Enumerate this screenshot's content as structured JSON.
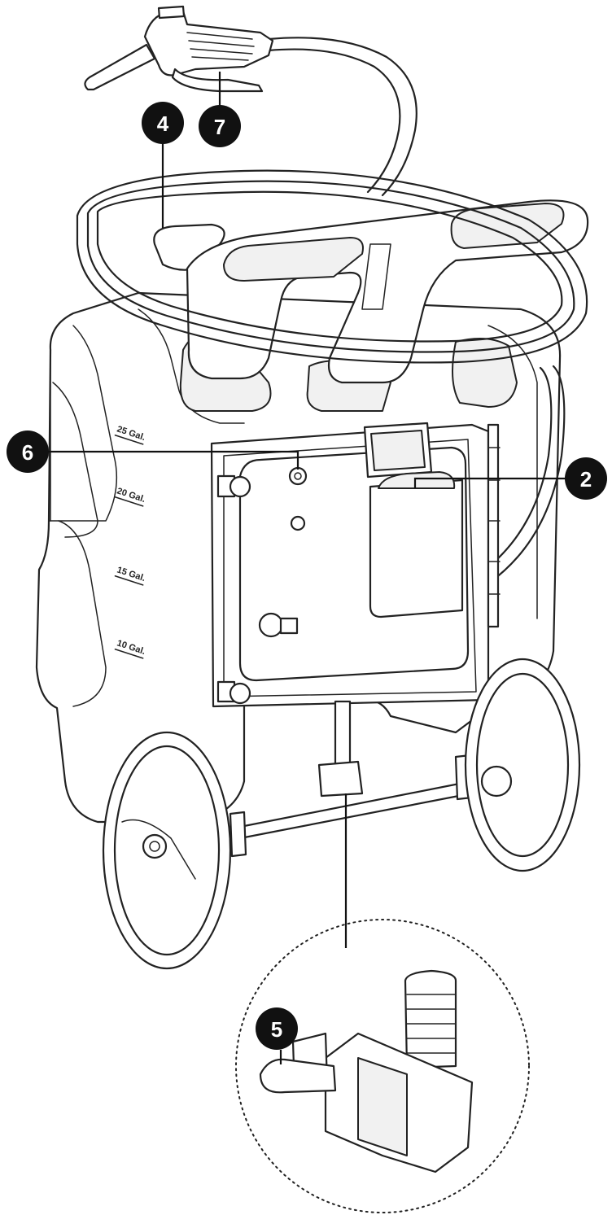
{
  "callouts": [
    {
      "id": "c4",
      "label": "4"
    },
    {
      "id": "c7",
      "label": "7"
    },
    {
      "id": "c6",
      "label": "6"
    },
    {
      "id": "c2",
      "label": "2"
    },
    {
      "id": "c5",
      "label": "5"
    }
  ],
  "gallon_marks": [
    "25 Gal.",
    "20 Gal.",
    "15 Gal.",
    "10 Gal."
  ],
  "colors": {
    "line": "#222222",
    "callout_fill": "#111111",
    "callout_text": "#ffffff"
  }
}
